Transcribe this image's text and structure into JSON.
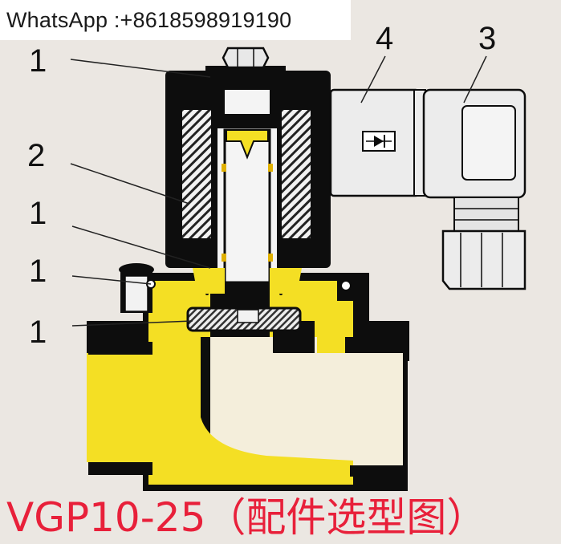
{
  "contact": {
    "text": "WhatsApp :+8618598919190"
  },
  "callouts": [
    "1",
    "2",
    "1",
    "1",
    "1",
    "4",
    "3"
  ],
  "caption": {
    "text": "VGP10-25（配件选型图）",
    "color": "#e8203a"
  },
  "colors": {
    "background": "#ebe7e2",
    "body_yellow": "#f4df24",
    "body_black": "#0d0d0d",
    "flow_cream": "#f4eedb",
    "connector_gray": "#ececec"
  },
  "icons": {
    "diode": "diode-icon",
    "hex_nut": "hex-nut-icon"
  }
}
